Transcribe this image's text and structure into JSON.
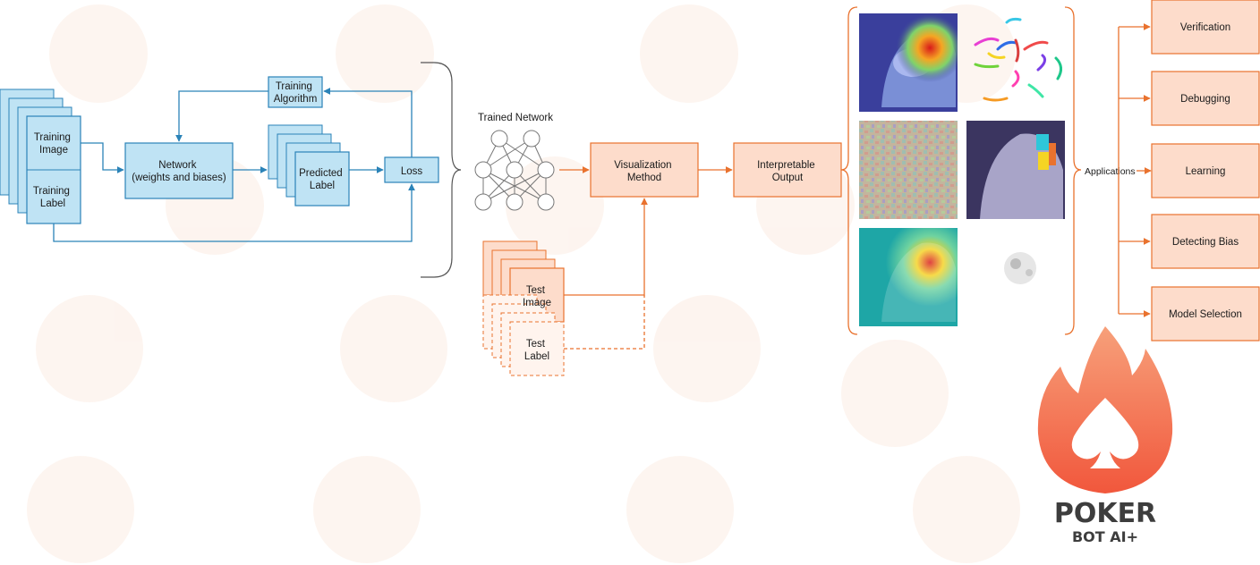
{
  "training": {
    "image_label": [
      "Training",
      "Image"
    ],
    "label_label": [
      "Training",
      "Label"
    ],
    "algorithm_label": [
      "Training",
      "Algorithm"
    ],
    "network_label": [
      "Network",
      "(weights and biases)"
    ],
    "predicted_label": [
      "Predicted",
      "Label"
    ],
    "loss_label": "Loss"
  },
  "trained_network": {
    "caption": "Trained Network"
  },
  "test": {
    "image_label": [
      "Test",
      "Image"
    ],
    "label_label": [
      "Test",
      "Label"
    ]
  },
  "pipeline": {
    "visualization_label": [
      "Visualization",
      "Method"
    ],
    "output_label": [
      "Interpretable",
      "Output"
    ]
  },
  "applications": {
    "caption": "Applications",
    "items": [
      "Verification",
      "Debugging",
      "Learning",
      "Detecting Bias",
      "Model Selection"
    ]
  },
  "brand": {
    "line1": "POKER",
    "line2": "BOT AI+"
  },
  "colors": {
    "blue_fill": "#bfe3f4",
    "blue_stroke": "#2b83b8",
    "orange_fill": "#fddccb",
    "orange_stroke": "#e9722e",
    "logo_top": "#f7a07a",
    "logo_bottom": "#f1573c"
  }
}
